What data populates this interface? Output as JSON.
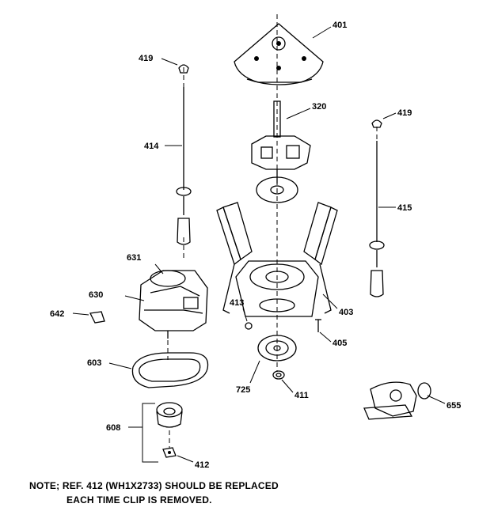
{
  "parts": {
    "p401": "401",
    "p419a": "419",
    "p419b": "419",
    "p320": "320",
    "p414": "414",
    "p415": "415",
    "p631": "631",
    "p630": "630",
    "p642": "642",
    "p413": "413",
    "p403": "403",
    "p405": "405",
    "p603": "603",
    "p725": "725",
    "p411": "411",
    "p608": "608",
    "p412": "412",
    "p655": "655"
  },
  "note": {
    "line1": "NOTE; REF. 412 (WH1X2733) SHOULD BE REPLACED",
    "line2": "EACH TIME CLIP IS REMOVED."
  }
}
